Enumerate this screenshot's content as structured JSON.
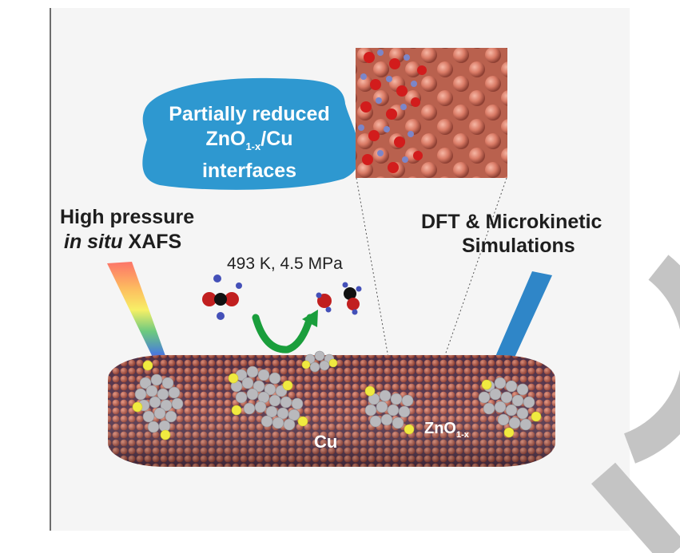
{
  "labels": {
    "interface_line1": "Partially reduced",
    "interface_line2_main": "ZnO",
    "interface_line2_sub": "1-x",
    "interface_line2_tail": "/Cu",
    "interface_line3": "interfaces",
    "left_line1": "High pressure",
    "left_line2_italic": "in situ",
    "left_line2_bold": " XAFS",
    "right_line1": "DFT & Microkinetic",
    "right_line2": "Simulations",
    "conditions": "493 K, 4.5 MPa",
    "cu_label": "Cu",
    "zno_label_main": "ZnO",
    "zno_label_sub": "1-x"
  },
  "colors": {
    "bubble_blue": "#2e98d0",
    "copper": "#d47a66",
    "copper_dark": "#9a4a3e",
    "zno_gray": "#b9b9bd",
    "zinc_yellow": "#f0ea40",
    "arrow_green": "#1a9e3c",
    "beam_blue": "#2f86c8",
    "logo_gray": "#c4c4c4"
  },
  "icons": [
    "co2-molecule",
    "methanol-molecule",
    "conversion-arrow"
  ]
}
